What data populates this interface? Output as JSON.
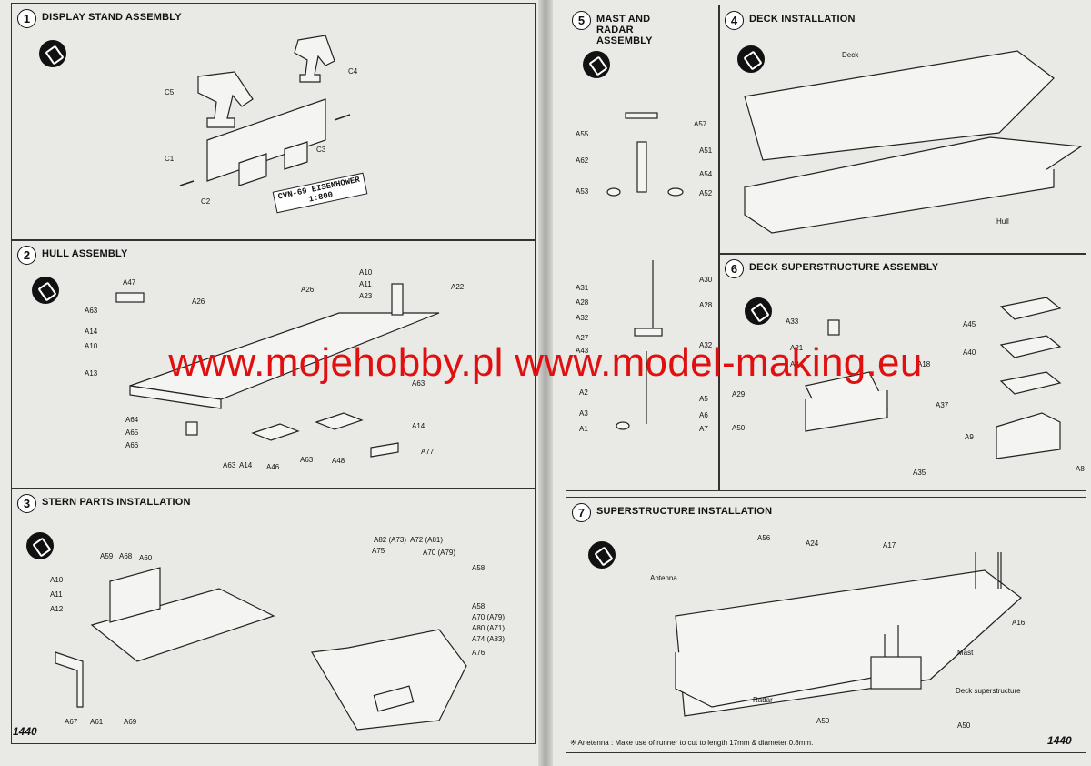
{
  "pages": {
    "left_number": "1440",
    "right_number": "1440"
  },
  "steps": [
    {
      "num": "1",
      "title": "DISPLAY STAND ASSEMBLY"
    },
    {
      "num": "2",
      "title": "HULL ASSEMBLY"
    },
    {
      "num": "3",
      "title": "STERN PARTS INSTALLATION"
    },
    {
      "num": "4",
      "title": "DECK INSTALLATION"
    },
    {
      "num": "5",
      "title": "MAST AND RADAR ASSEMBLY"
    },
    {
      "num": "6",
      "title": "DECK SUPERSTRUCTURE ASSEMBLY"
    },
    {
      "num": "7",
      "title": "SUPERSTRUCTURE INSTALLATION"
    }
  ],
  "stand_plate": {
    "line1": "CVN-69 EISENHOWER",
    "line2": "1:800"
  },
  "labels": {
    "s1": [
      "C5",
      "C4",
      "C1",
      "C3",
      "C2"
    ],
    "s2": [
      "A47",
      "A63",
      "A14",
      "A10",
      "A13",
      "A26",
      "A26",
      "A10",
      "A11",
      "A23",
      "A22",
      "A63",
      "A64",
      "A65",
      "A66",
      "A63",
      "A14",
      "A46",
      "A63",
      "A48",
      "A14",
      "A77"
    ],
    "s3": [
      "A10",
      "A11",
      "A12",
      "A59",
      "A68",
      "A60",
      "A67",
      "A61",
      "A69",
      "A82 (A73)",
      "A72 (A81)",
      "A75",
      "A70 (A79)",
      "A58",
      "A58",
      "A70 (A79)",
      "A80 (A71)",
      "A74 (A83)",
      "A76"
    ],
    "s4": [
      "Deck",
      "Hull"
    ],
    "s5": [
      "A57",
      "A55",
      "A51",
      "A62",
      "A54",
      "A53",
      "A52",
      "A30",
      "A31",
      "A28",
      "A28",
      "A32",
      "A27",
      "A32",
      "A43",
      "A2",
      "A5",
      "A3",
      "A6",
      "A1",
      "A7"
    ],
    "s6": [
      "A33",
      "A45",
      "A21",
      "A40",
      "A34",
      "A18",
      "A29",
      "A37",
      "A50",
      "A9",
      "A35",
      "A8"
    ],
    "s7": [
      "A56",
      "A24",
      "A17",
      "Antenna",
      "A16",
      "Mast",
      "Radar",
      "Deck superstructure",
      "A50",
      "A50"
    ]
  },
  "note": "※ Anetenna : Make use of runner to cut to length 17mm & diameter 0.8mm.",
  "watermark": "www.mojehobby.pl www.model-making.eu"
}
